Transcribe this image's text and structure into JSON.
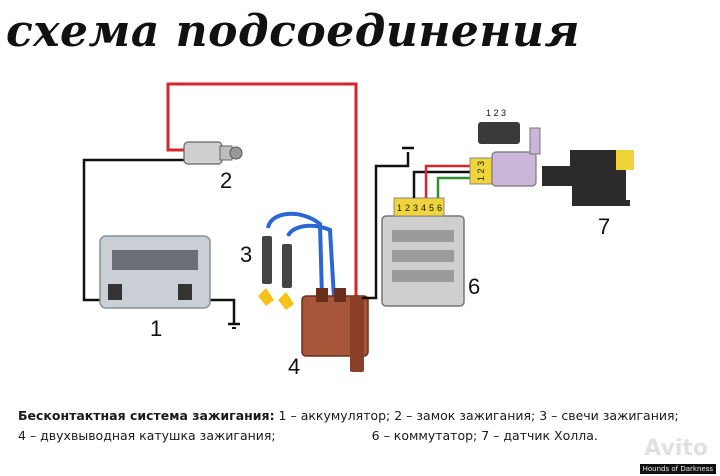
{
  "title": "схема подсоединения",
  "labels": {
    "n1": "1",
    "n2": "2",
    "n3": "3",
    "n4": "4",
    "n6": "6",
    "n7": "7",
    "connector_pins": "1 2 3",
    "sensor_plug_pins": "1 2 3",
    "switch_pins": [
      "1",
      "2",
      "3",
      "4",
      "5",
      "6"
    ]
  },
  "caption": {
    "line1_bold": "Бесконтактная система зажигания:",
    "line1_rest": " 1 – аккумулятор; 2 – замок зажигания; 3 – свечи зажигания;",
    "line2_a": "4 – двухвыводная катушка зажигания;",
    "line2_b": "6 – коммутатор; 7 – датчик Холла."
  },
  "watermark": "Avito",
  "credit": "Hounds of Darkness",
  "colors": {
    "red_wire": "#d7262a",
    "blue_wire": "#2a66d6",
    "black_wire": "#111111",
    "green_wire": "#2f8f2f",
    "coil": "#a8563a",
    "battery": "#c9cfd4",
    "spark": "#f4c21a"
  }
}
